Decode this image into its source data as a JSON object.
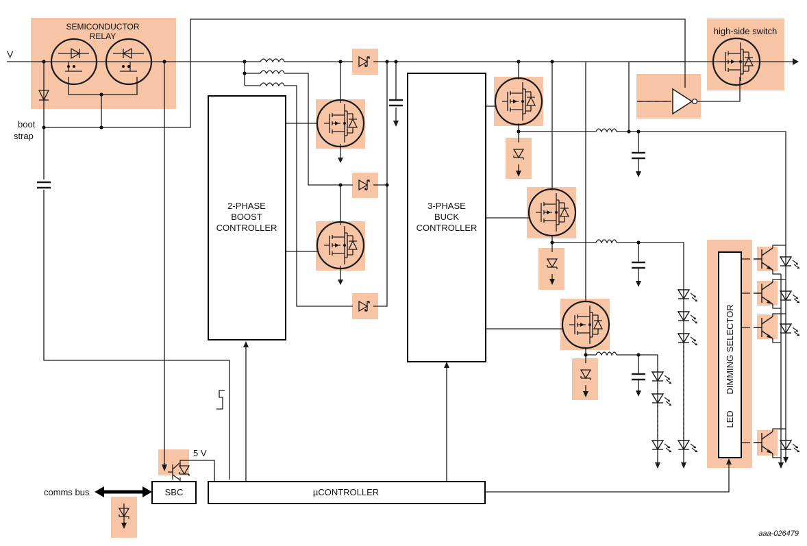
{
  "labels": {
    "v_input": "V",
    "boot_strap_1": "boot",
    "boot_strap_2": "strap",
    "relay_1": "SEMICONDUCTOR",
    "relay_2": "RELAY",
    "high_side_switch": "high-side switch",
    "boost_1": "2-PHASE",
    "boost_2": "BOOST",
    "boost_3": "CONTROLLER",
    "buck_1": "3-PHASE",
    "buck_2": "BUCK",
    "buck_3": "CONTROLLER",
    "five_v": "5 V",
    "sbc": "SBC",
    "ucontroller": "µCONTROLLER",
    "comms_bus": "comms bus",
    "led_dimming_1": "LED",
    "led_dimming_2": "DIMMING SELECTOR",
    "ref_code": "aaa-026479"
  },
  "colors": {
    "highlight": "#f8c4a6",
    "wire": "#1a1a1a"
  }
}
